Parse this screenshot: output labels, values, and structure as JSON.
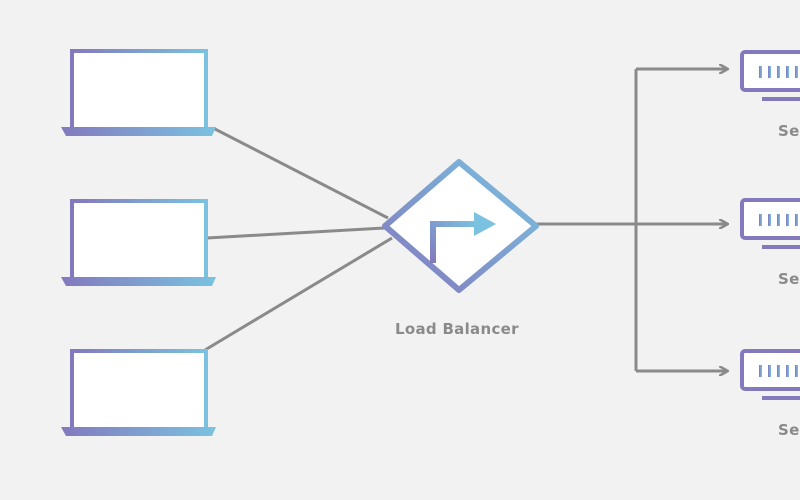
{
  "colors": {
    "background": "#f2f2f2",
    "connector": "#8a8a8a",
    "gradient_start": "#8379bd",
    "gradient_end": "#7ac2e0",
    "fill": "#ffffff",
    "label": "#8a8a8a"
  },
  "icons": {
    "client": "laptop-icon",
    "balancer": "load-balancer-icon",
    "server": "server-monitor-icon"
  },
  "load_balancer": {
    "label": "Load Balancer"
  },
  "servers": [
    {
      "label": "Se"
    },
    {
      "label": "Se"
    },
    {
      "label": "Se"
    }
  ]
}
